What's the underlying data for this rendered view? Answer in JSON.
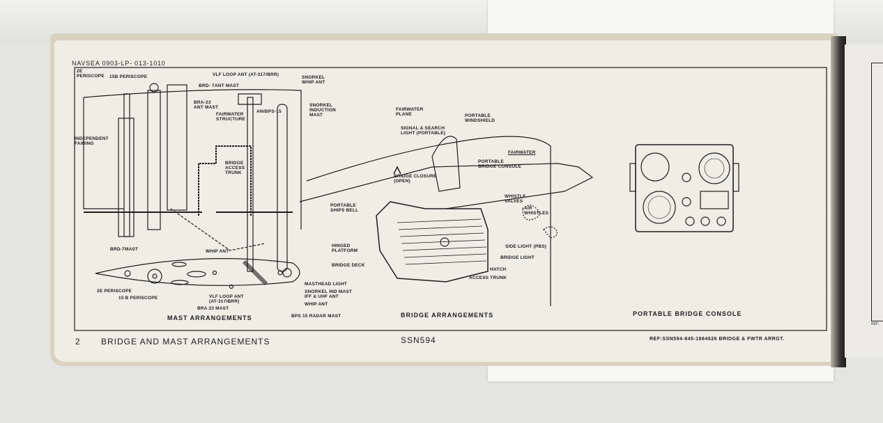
{
  "header": "NAVSEA 0903-LP- 013-1010",
  "mast_top_labels": {
    "periscope_2e": "2E\nPERISCOPE",
    "periscope_15b": "15B PERISCOPE",
    "vlf_loop": "VLF LOOP ANT (AT-317/BRR)",
    "brd7": "BRD- 7ANT MAST",
    "snorkel_whip": "SNORKEL\nWHIP ANT",
    "bra23": "BRA-23\nANT MAST",
    "fairwater_structure": "FAIRWATER\nSTRUCTURE",
    "bps15": "AN/BPS-15",
    "snorkel_induction": "SNORKEL\nINDUCTION\nMAST",
    "independent_fairing": "INDEPENDENT\nFAIRING",
    "bridge_access_trunk": "BRIDGE\nACCESS\nTRUNK"
  },
  "mast_plan_labels": {
    "brd7": "BRD-7MAST",
    "whip": "WHIP ANT",
    "periscope_2e": "2E PERISCOPE",
    "periscope_15b": "15 B PERISCOPE",
    "vlf_loop": "VLF LOOP ANT\n(AT-317/BRR)",
    "bra23": "BRA 23 MAST",
    "masthead": "MASTHEAD LIGHT",
    "snorkel_ind": "SNORKEL IND MAST\nIFF & UHF ANT",
    "whip2": "WHIP ANT",
    "bps15": "BPS 15 RADAR MAST"
  },
  "bridge_labels": {
    "fairwater_plane": "FAIRWATER\nPLANE",
    "windshield": "PORTABLE\nWINDSHIELD",
    "signal_light": "SIGNAL & SEARCH\nLIGHT (PORTABLE)",
    "fairwater": "FAIRWATER",
    "console": "PORTABLE\nBRIDGE CONSOLE",
    "closure": "BRIDGE CLOSURE\n(OPEN)",
    "bell": "PORTABLE\nSHIPS BELL",
    "whistle_valves": "WHISTLE\nVALVES",
    "air_whistles": "AIR\nWHISTLES",
    "hinged_platform": "HINGED\nPLATFORM",
    "side_light": "SIDE LIGHT (PBS)",
    "bridge_light": "BRIDGE LIGHT",
    "bridge_deck": "BRIDGE DECK",
    "hatch": "HATCH",
    "access_trunk": "ACCESS TRUNK"
  },
  "captions": {
    "mast": "MAST  ARRANGEMENTS",
    "bridge": "BRIDGE ARRANGEMENTS",
    "console": "PORTABLE BRIDGE CONSOLE"
  },
  "footer": {
    "page_number": "2",
    "title": "BRIDGE AND MAST ARRANGEMENTS",
    "hull": "SSN594",
    "ref": "REF:SSN594-845-1864626 BRIDGE & FWTR ARRGT."
  },
  "right_page_ref": "REF:"
}
